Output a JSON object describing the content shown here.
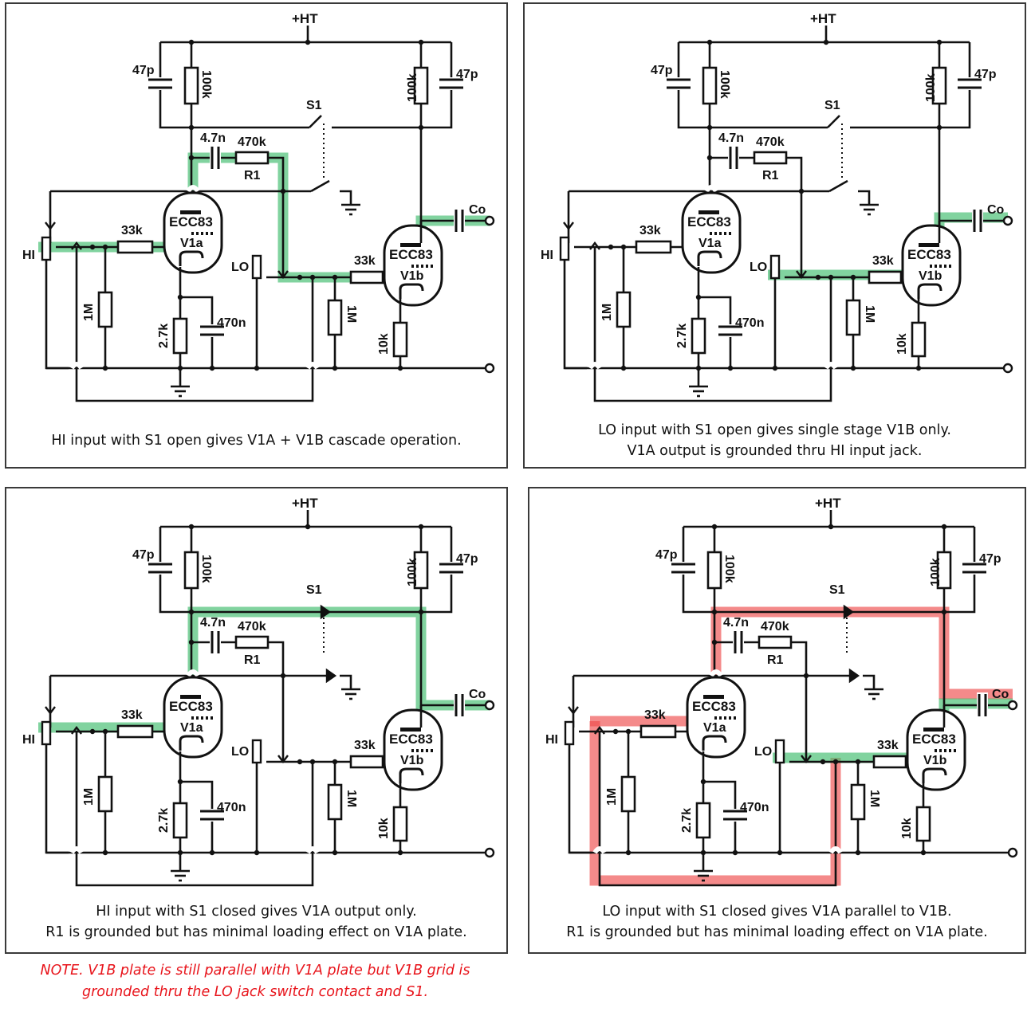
{
  "labels": {
    "supply": "+HT",
    "cap_47p": "47p",
    "res_100k": "100k",
    "switch": "S1",
    "cap_4n7": "4.7n",
    "res_470k": "470k",
    "r1": "R1",
    "res_33k": "33k",
    "tube": "ECC83",
    "v1a": "V1a",
    "v1b": "V1b",
    "hi": "HI",
    "lo": "LO",
    "res_1m": "1M",
    "res_2k7": "2.7k",
    "cap_470n": "470n",
    "res_10k": "10k",
    "cout": "Co"
  },
  "colors": {
    "green_path": "#3dbb6c",
    "red_path": "#ee4b4b",
    "note_text": "#e8141b"
  },
  "panels": [
    {
      "id": "hi-open",
      "caption_lines": [
        "HI input with S1 open gives V1A + V1B cascade operation."
      ],
      "s1": "open",
      "highlight": "green-cascade"
    },
    {
      "id": "lo-open",
      "caption_lines": [
        "LO input with S1 open gives single stage V1B only.",
        "V1A output is grounded thru HI input jack."
      ],
      "s1": "open",
      "highlight": "green-v1b"
    },
    {
      "id": "hi-closed",
      "caption_lines": [
        "HI input with S1 closed gives V1A output only.",
        "R1 is grounded but has minimal loading effect on V1A plate."
      ],
      "s1": "closed",
      "highlight": "green-v1a"
    },
    {
      "id": "lo-closed",
      "caption_lines": [
        "LO input with S1 closed gives V1A parallel to V1B.",
        "R1 is grounded but has minimal loading effect on V1A plate."
      ],
      "s1": "closed",
      "highlight": "red-green-parallel"
    }
  ],
  "note": {
    "lines": [
      "NOTE. V1B plate is still parallel with V1A plate but V1B grid is",
      "grounded thru the LO jack switch contact and S1."
    ]
  }
}
